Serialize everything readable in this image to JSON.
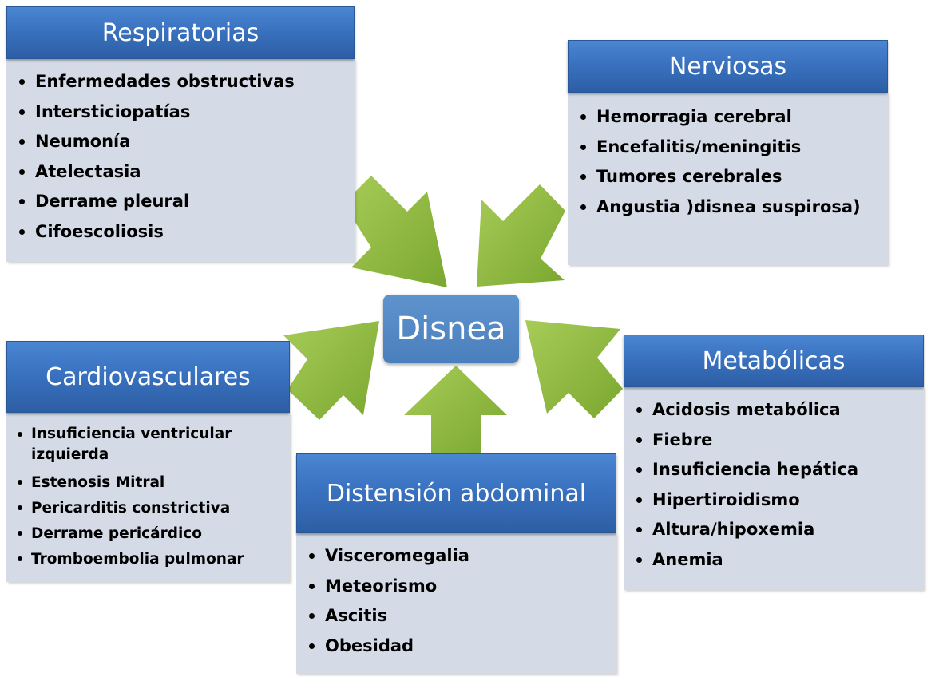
{
  "center": {
    "title": "Disnea"
  },
  "colors": {
    "header": "#3a72c0",
    "body": "#d4dbe7",
    "arrow": "#8db83d",
    "center": "#4f84c2"
  },
  "cards": {
    "respiratorias": {
      "title": "Respiratorias",
      "items": [
        "Enfermedades obstructivas",
        "Intersticiopatías",
        "Neumonía",
        "Atelectasia",
        "Derrame pleural",
        "Cifoescoliosis"
      ]
    },
    "nerviosas": {
      "title": "Nerviosas",
      "items": [
        "Hemorragia cerebral",
        "Encefalitis/meningitis",
        "Tumores cerebrales",
        "Angustia )disnea suspirosa)"
      ]
    },
    "cardiovasculares": {
      "title": "Cardiovasculares",
      "items": [
        "Insuficiencia ventricular izquierda",
        "Estenosis Mitral",
        "Pericarditis constrictiva",
        "Derrame pericárdico",
        "Tromboembolia pulmonar"
      ]
    },
    "distension": {
      "title": "Distensión abdominal",
      "items": [
        "Visceromegalia",
        "Meteorismo",
        "Ascitis",
        "Obesidad"
      ]
    },
    "metabolicas": {
      "title": "Metabólicas",
      "items": [
        "Acidosis metabólica",
        "Fiebre",
        "Insuficiencia hepática",
        "Hipertiroidismo",
        "Altura/hipoxemia",
        "Anemia"
      ]
    }
  }
}
